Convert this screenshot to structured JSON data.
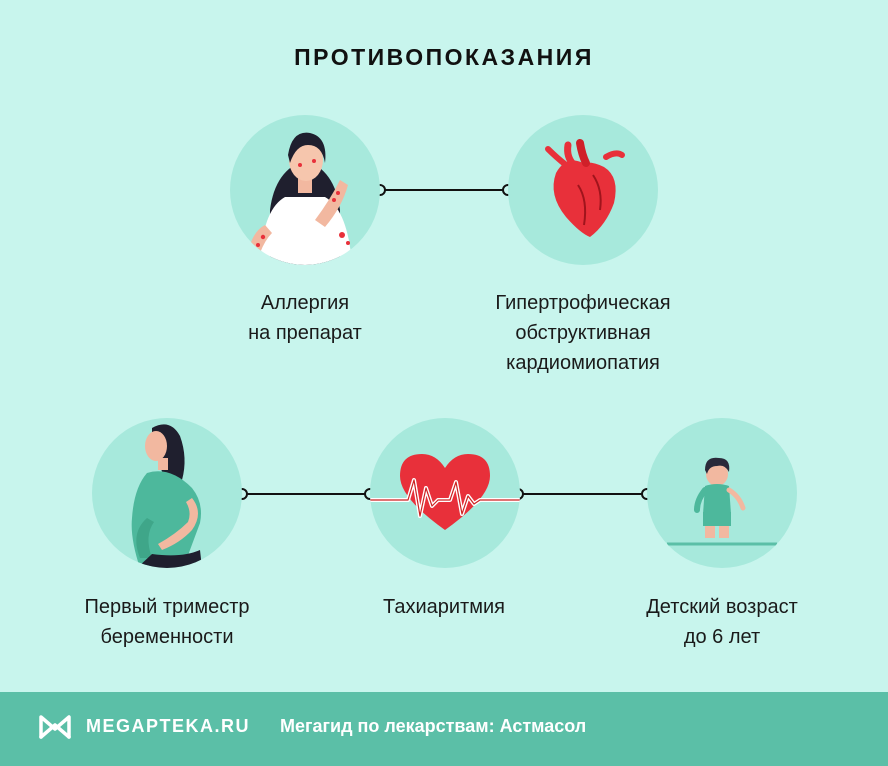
{
  "title": "ПРОТИВОПОКАЗАНИЯ",
  "items": [
    {
      "id": "allergy",
      "lines": [
        "Аллергия",
        "на препарат"
      ],
      "icon": "woman-allergy-icon"
    },
    {
      "id": "cardiomyopathy",
      "lines": [
        "Гипертрофическая",
        "обструктивная",
        "кардиомиопатия"
      ],
      "icon": "heart-organ-icon"
    },
    {
      "id": "pregnancy",
      "lines": [
        "Первый триместр",
        "беременности"
      ],
      "icon": "pregnant-woman-icon"
    },
    {
      "id": "tachyarrhythmia",
      "lines": [
        "Тахиаритмия"
      ],
      "icon": "heart-pulse-icon"
    },
    {
      "id": "child-age",
      "lines": [
        "Детский возраст",
        "до 6 лет"
      ],
      "icon": "child-icon"
    }
  ],
  "footer": {
    "brand": "MEGAPTEKA.RU",
    "tagline": "Мегагид по лекарствам: Астмасол"
  },
  "colors": {
    "background": "#c8f5ed",
    "circle": "#a7e9dc",
    "footer": "#5bbfa7",
    "heart": "#e8303a"
  }
}
